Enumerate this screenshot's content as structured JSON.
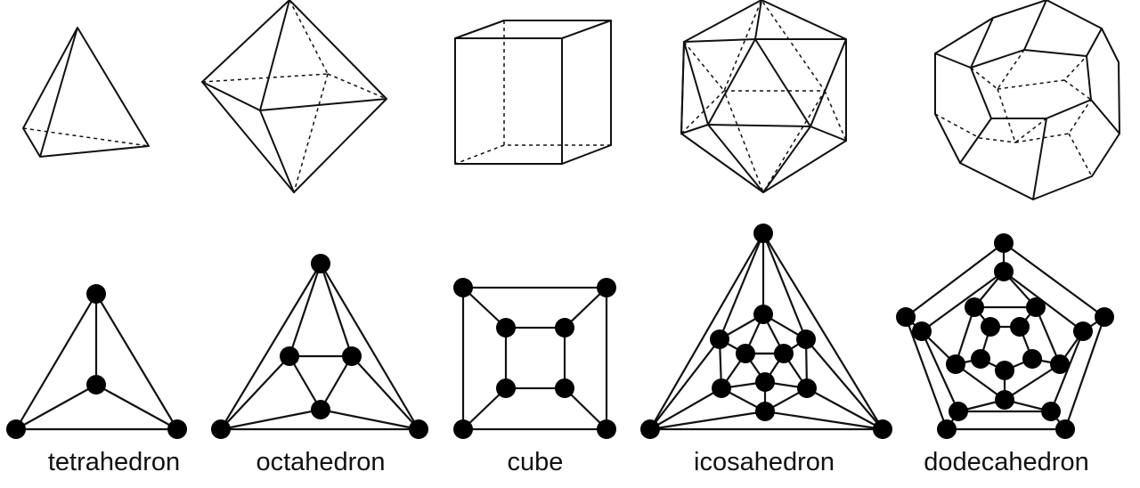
{
  "solids": [
    {
      "id": "tetrahedron",
      "name": "tetrahedron"
    },
    {
      "id": "octahedron",
      "name": "octahedron"
    },
    {
      "id": "cube",
      "name": "cube"
    },
    {
      "id": "icosahedron",
      "name": "icosahedron"
    },
    {
      "id": "dodecahedron",
      "name": "dodecahedron"
    }
  ]
}
